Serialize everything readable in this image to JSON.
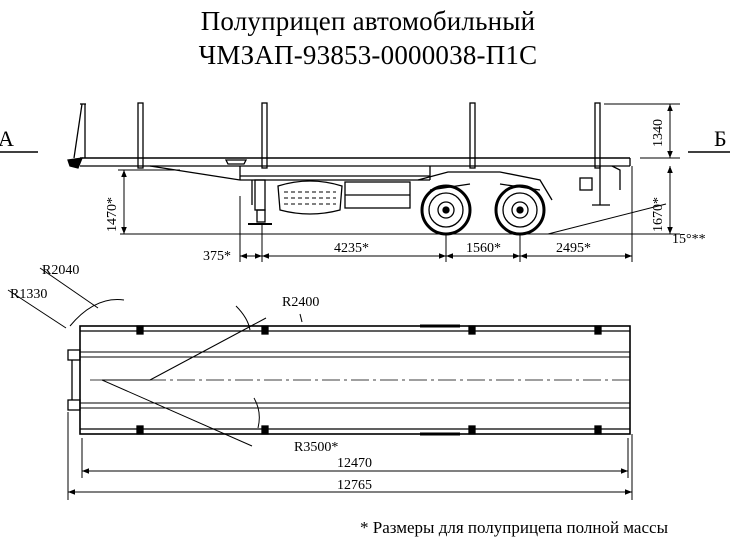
{
  "title": {
    "line1": "Полуприцеп автомобильный",
    "line2": "ЧМЗАП-93853-0000038-П1С"
  },
  "view_labels": {
    "left": "А",
    "right": "Б"
  },
  "side_dims": {
    "height_rear": "1340",
    "height_front_coupling": "1470*",
    "height_rear_deck": "1670*",
    "kingpin_offset": "375*",
    "kingpin_to_axle": "4235*",
    "axle_spread": "1560*",
    "rear_overhang": "2495*",
    "departure_angle": "15°**"
  },
  "plan_dims": {
    "radius_front_outer": "R2040",
    "radius_front_inner": "R1330",
    "radius_stake": "R2400",
    "radius_swing": "R3500*",
    "deck_length": "12470",
    "overall_length": "12765"
  },
  "footnote": "* Размеры для полуприцепа полной массы"
}
